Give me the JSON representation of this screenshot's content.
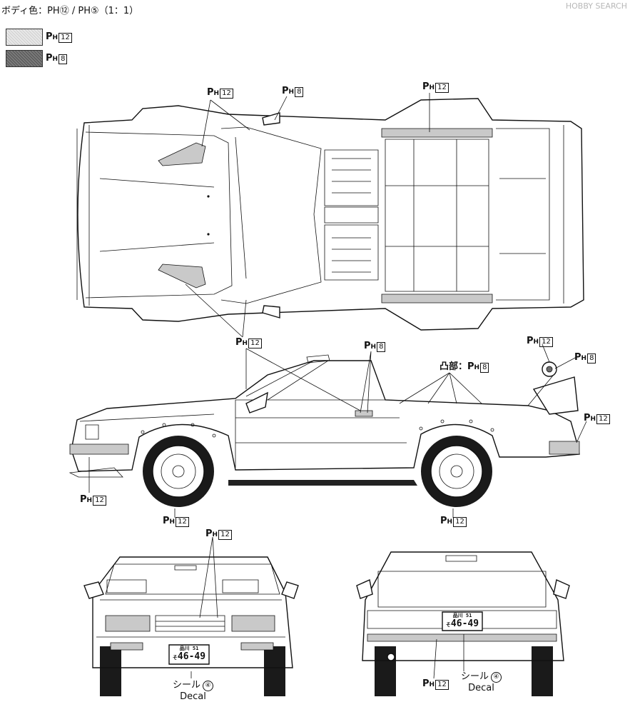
{
  "header": {
    "title": "ボディ色：PH⑫ / PH⑤（1：1）",
    "watermark": "HOBBY SEARCH"
  },
  "legend": [
    {
      "code": "12",
      "color": "#d8d8d8"
    },
    {
      "code": "8",
      "color": "#6d6d6d"
    }
  ],
  "paint_prefix": "P",
  "paint_sub": "H",
  "callouts": {
    "top_ph12_left": "12",
    "top_ph8": "8",
    "top_ph12_right": "12",
    "mid_ph12_left": "12",
    "side_ph8": "8",
    "bump_label": "凸部：",
    "bump_code": "8",
    "wing_ph12": "12",
    "wing_ph8": "8",
    "rear_bumper_ph12": "12",
    "front_bumper_ph12": "12",
    "front_wheel_ph12": "12",
    "rear_wheel_ph12": "12",
    "front_view_ph12": "12",
    "rear_view_ph12": "12"
  },
  "plate": {
    "region": "品川 51",
    "number": "46-49",
    "kana": "そ"
  },
  "decal_front": {
    "jp": "シール",
    "num": "④",
    "en": "Decal"
  },
  "decal_rear": {
    "jp": "シール",
    "num": "④",
    "en": "Decal"
  }
}
